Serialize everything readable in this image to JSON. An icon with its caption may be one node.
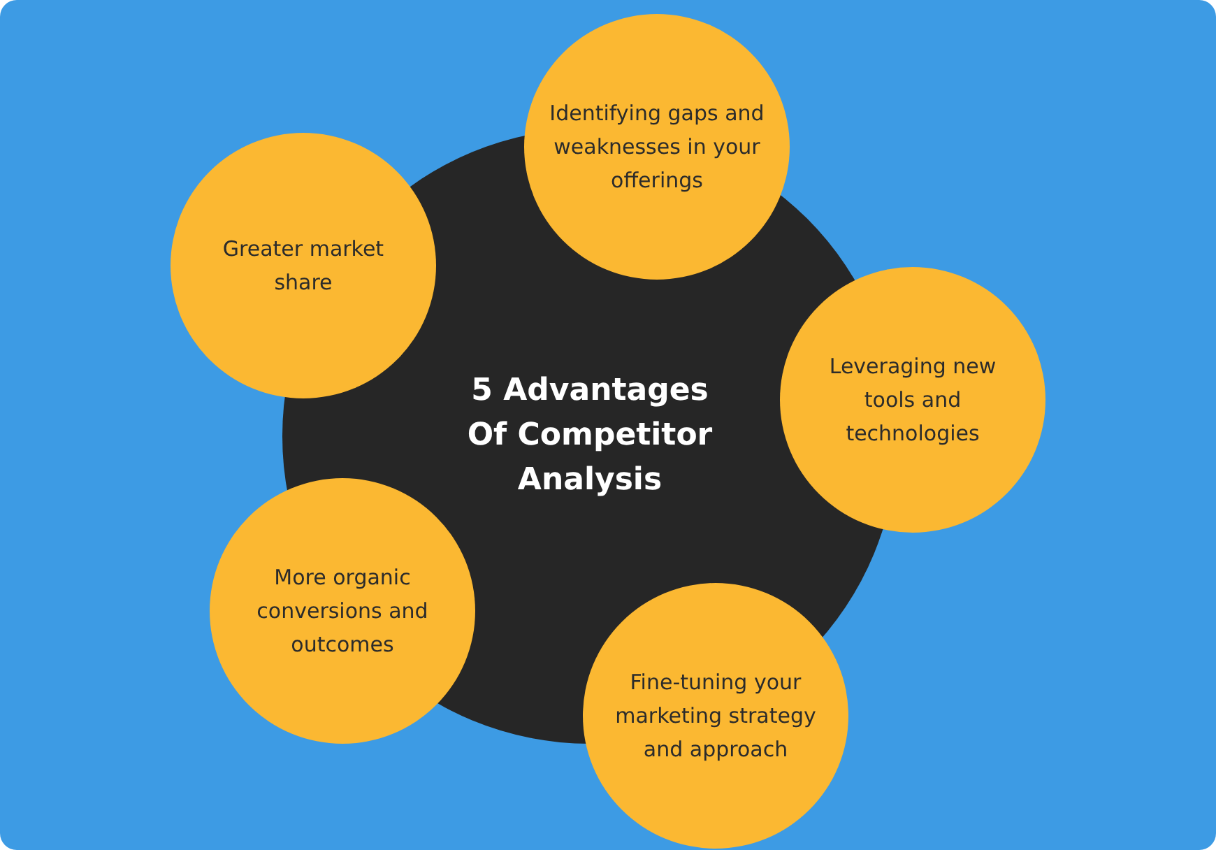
{
  "diagram": {
    "nodes": [
      {
        "text": [
          "5 Advantages Of Competitor Analysis"
        ]
      },
      {
        "text": [
          "Identifying gaps and weaknesses in your offerings"
        ]
      },
      {
        "text": [
          "Leveraging new tools and technologies"
        ]
      },
      {
        "text": [
          "Fine-tuning your marketing strategy and approach"
        ]
      },
      {
        "text": [
          "More organic conversions and outcomes"
        ]
      },
      {
        "text": [
          "Greater market share"
        ]
      }
    ],
    "edges": []
  }
}
